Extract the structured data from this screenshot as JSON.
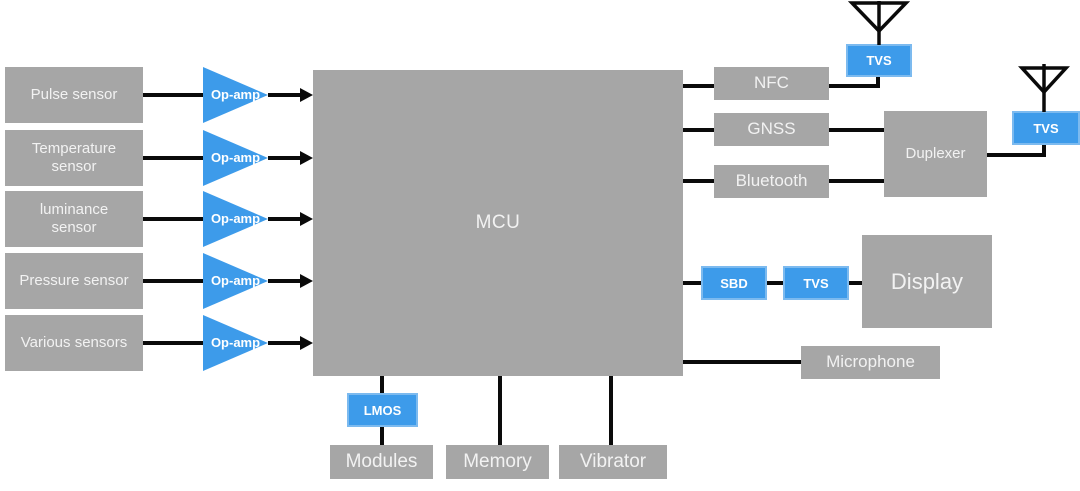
{
  "colors": {
    "box_gray": "#a6a6a6",
    "accent_blue": "#3d9bea",
    "accent_blue_border": "#7cbaef",
    "line_black": "#0a0a0a",
    "text_light": "#f2f2f2"
  },
  "sensors": [
    {
      "label": "Pulse sensor"
    },
    {
      "label": "Temperature sensor"
    },
    {
      "label": "luminance sensor"
    },
    {
      "label": "Pressure sensor"
    },
    {
      "label": "Various sensors"
    }
  ],
  "amplifier": {
    "label": "Op-amp"
  },
  "mcu": {
    "label": "MCU"
  },
  "radios": [
    {
      "label": "NFC"
    },
    {
      "label": "GNSS"
    },
    {
      "label": "Bluetooth"
    }
  ],
  "blocks": {
    "tvs": "TVS",
    "sbd": "SBD",
    "duplexer": "Duplexer",
    "display": "Display",
    "microphone": "Microphone",
    "lmos": "LMOS",
    "modules": "Modules",
    "memory": "Memory",
    "vibrator": "Vibrator"
  }
}
